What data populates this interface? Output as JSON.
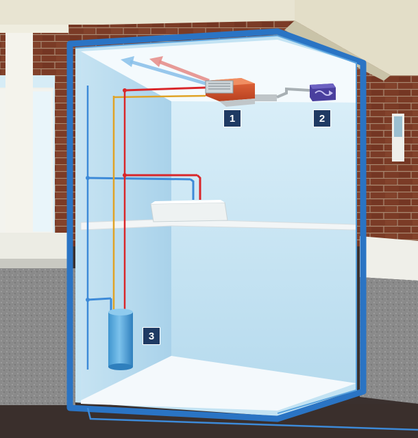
{
  "callouts": [
    {
      "id": "1",
      "label": "1"
    },
    {
      "id": "2",
      "label": "2"
    },
    {
      "id": "3",
      "label": "3"
    }
  ],
  "colors": {
    "frame": "#2a74c4",
    "hot_pipe": "#d9262a",
    "cold_pipe": "#3d8ad8",
    "gas_pipe": "#e0a326",
    "badge_bg": "#1f3a63",
    "brick": "#7a3a24",
    "wall_tint": "#bfdff0"
  },
  "icons": [
    "heat-recovery-unit",
    "control-switch-icon",
    "water-heater-tank",
    "vent-arrows"
  ]
}
